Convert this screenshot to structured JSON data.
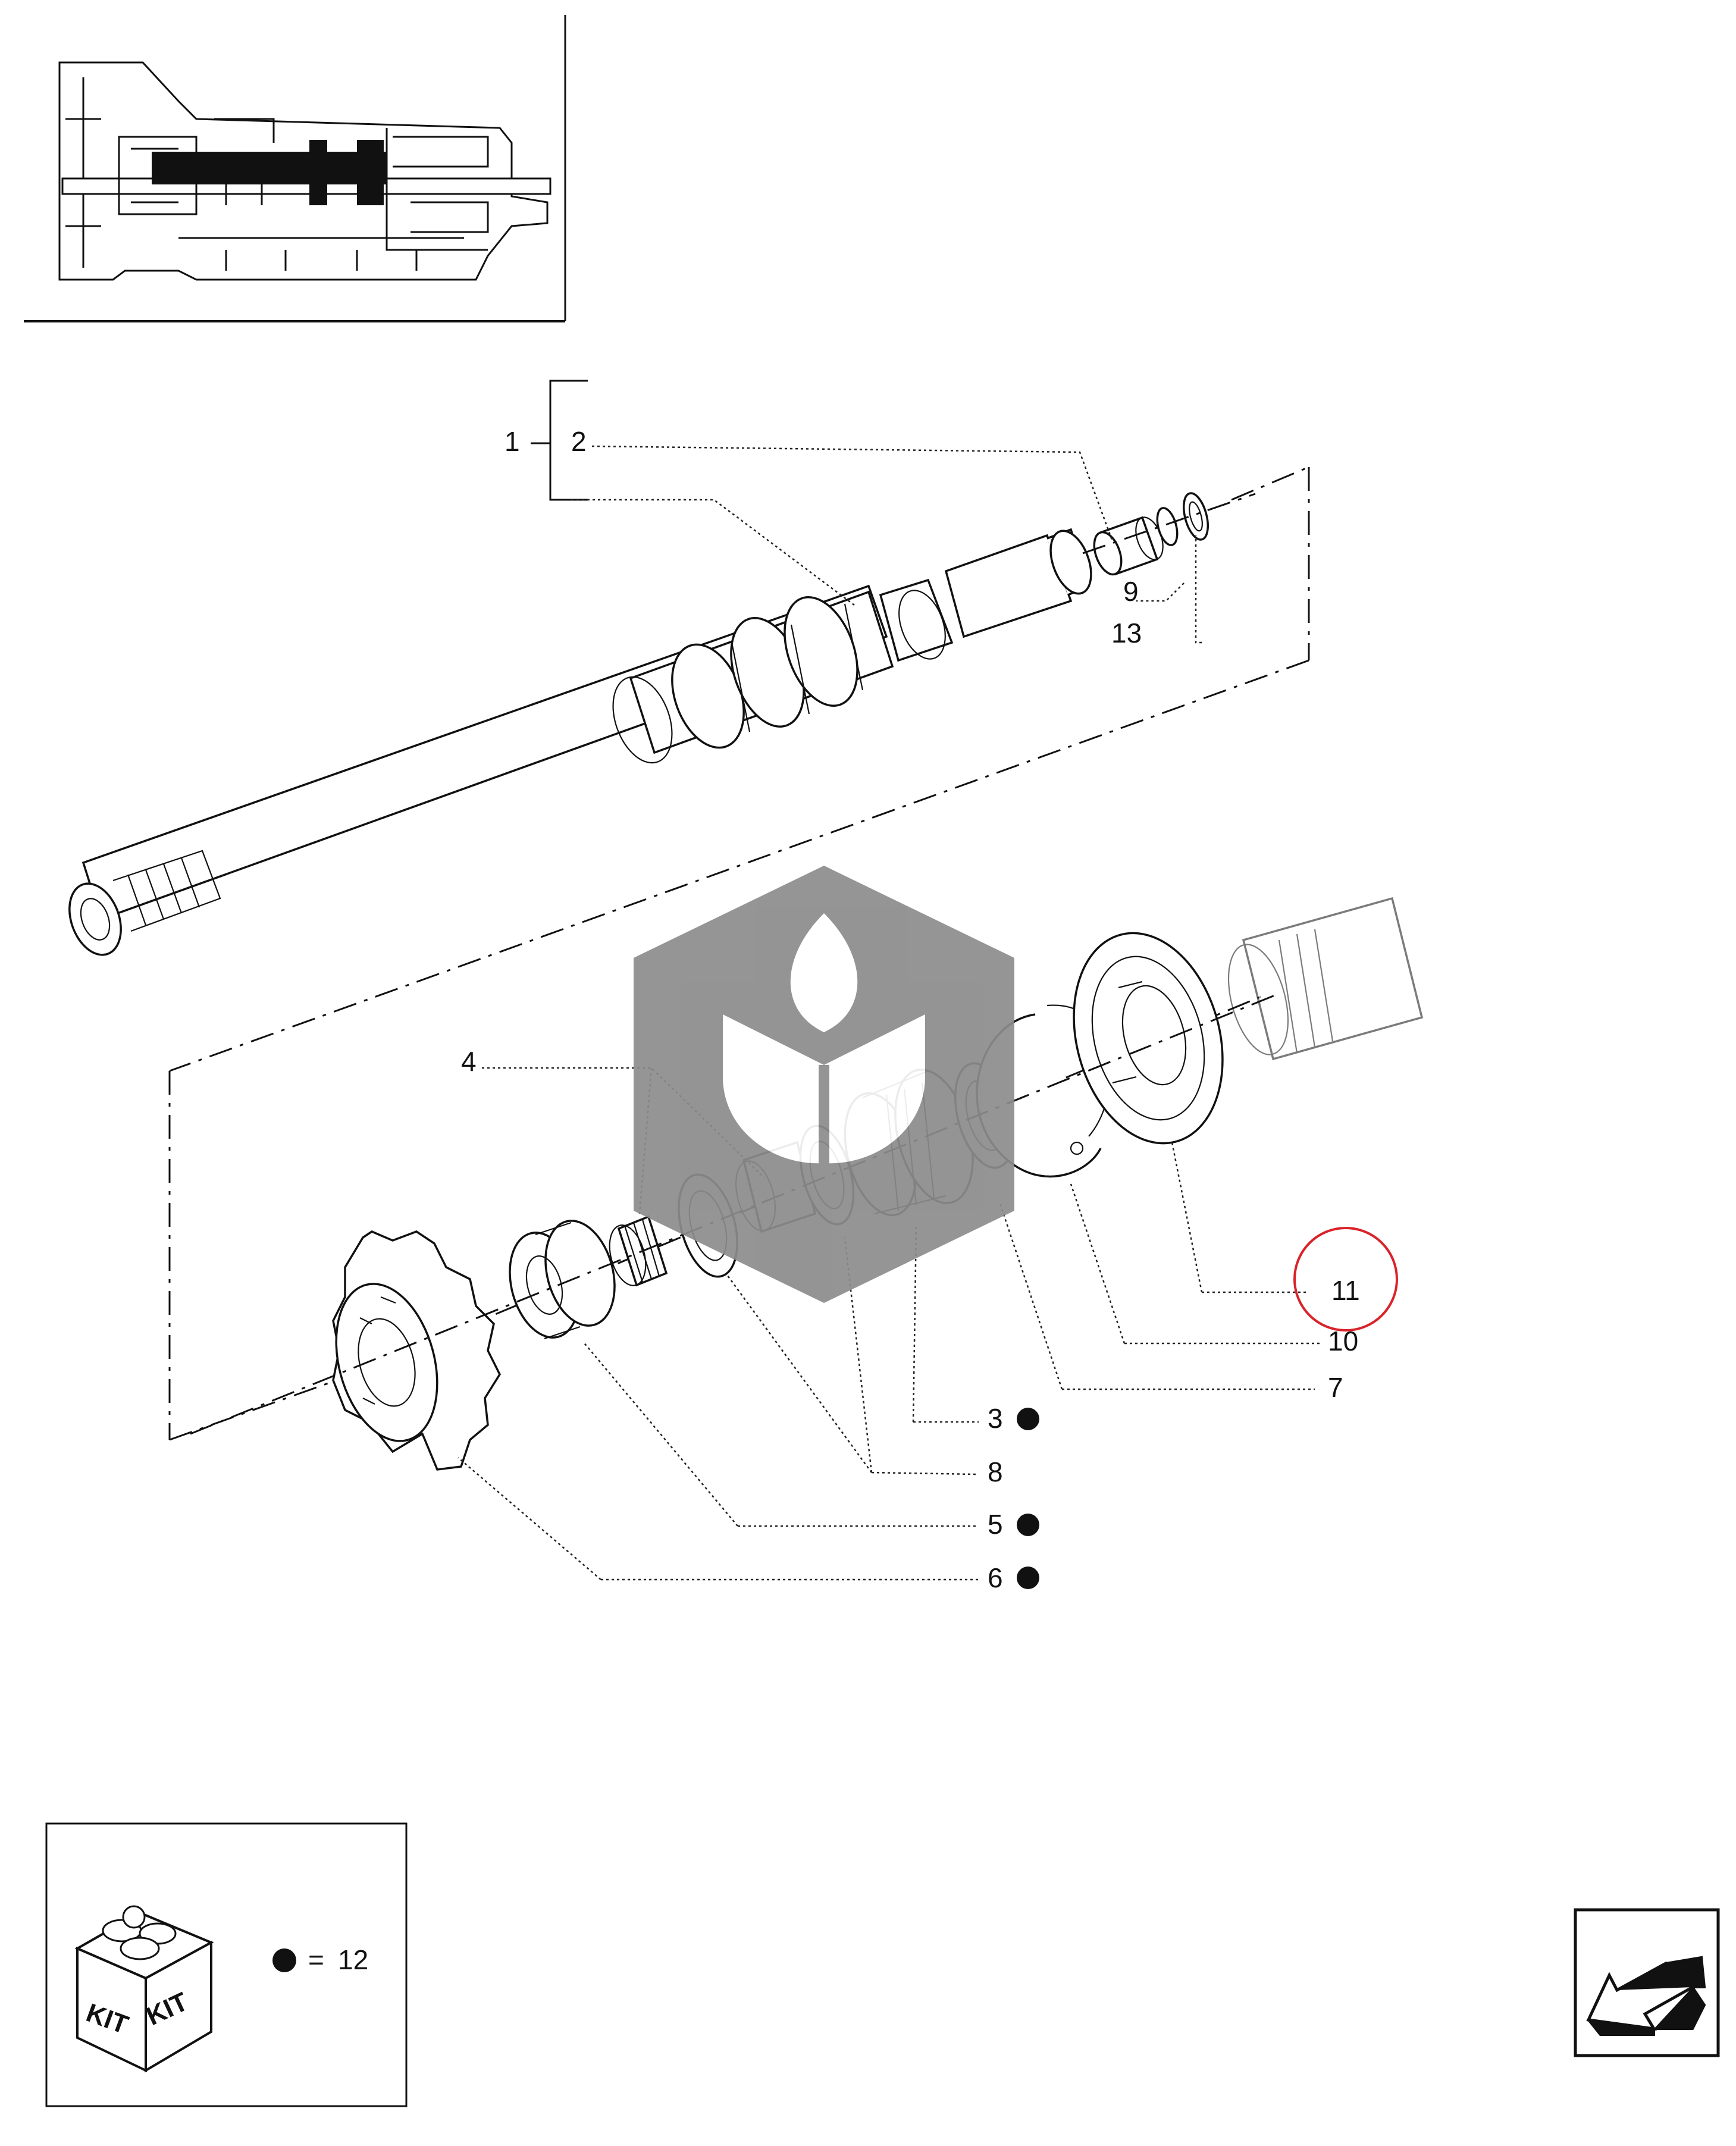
{
  "diagram": {
    "callouts": [
      {
        "id": "1",
        "text": "1"
      },
      {
        "id": "2",
        "text": "2"
      },
      {
        "id": "3",
        "text": "3",
        "kit_dot": true
      },
      {
        "id": "4",
        "text": "4"
      },
      {
        "id": "5",
        "text": "5",
        "kit_dot": true
      },
      {
        "id": "6",
        "text": "6",
        "kit_dot": true
      },
      {
        "id": "7",
        "text": "7"
      },
      {
        "id": "8",
        "text": "8"
      },
      {
        "id": "9",
        "text": "9"
      },
      {
        "id": "10",
        "text": "10"
      },
      {
        "id": "11",
        "text": "11",
        "highlighted": true
      },
      {
        "id": "13",
        "text": "13"
      }
    ],
    "highlight_color": "#d9232a",
    "watermark_color": "#8c8c8c",
    "legend": {
      "kit_text_left": "KIT",
      "kit_text_right": "KIT",
      "equals": "=",
      "kit_number": "12"
    },
    "nav_icon": "back-arrow-icon"
  }
}
